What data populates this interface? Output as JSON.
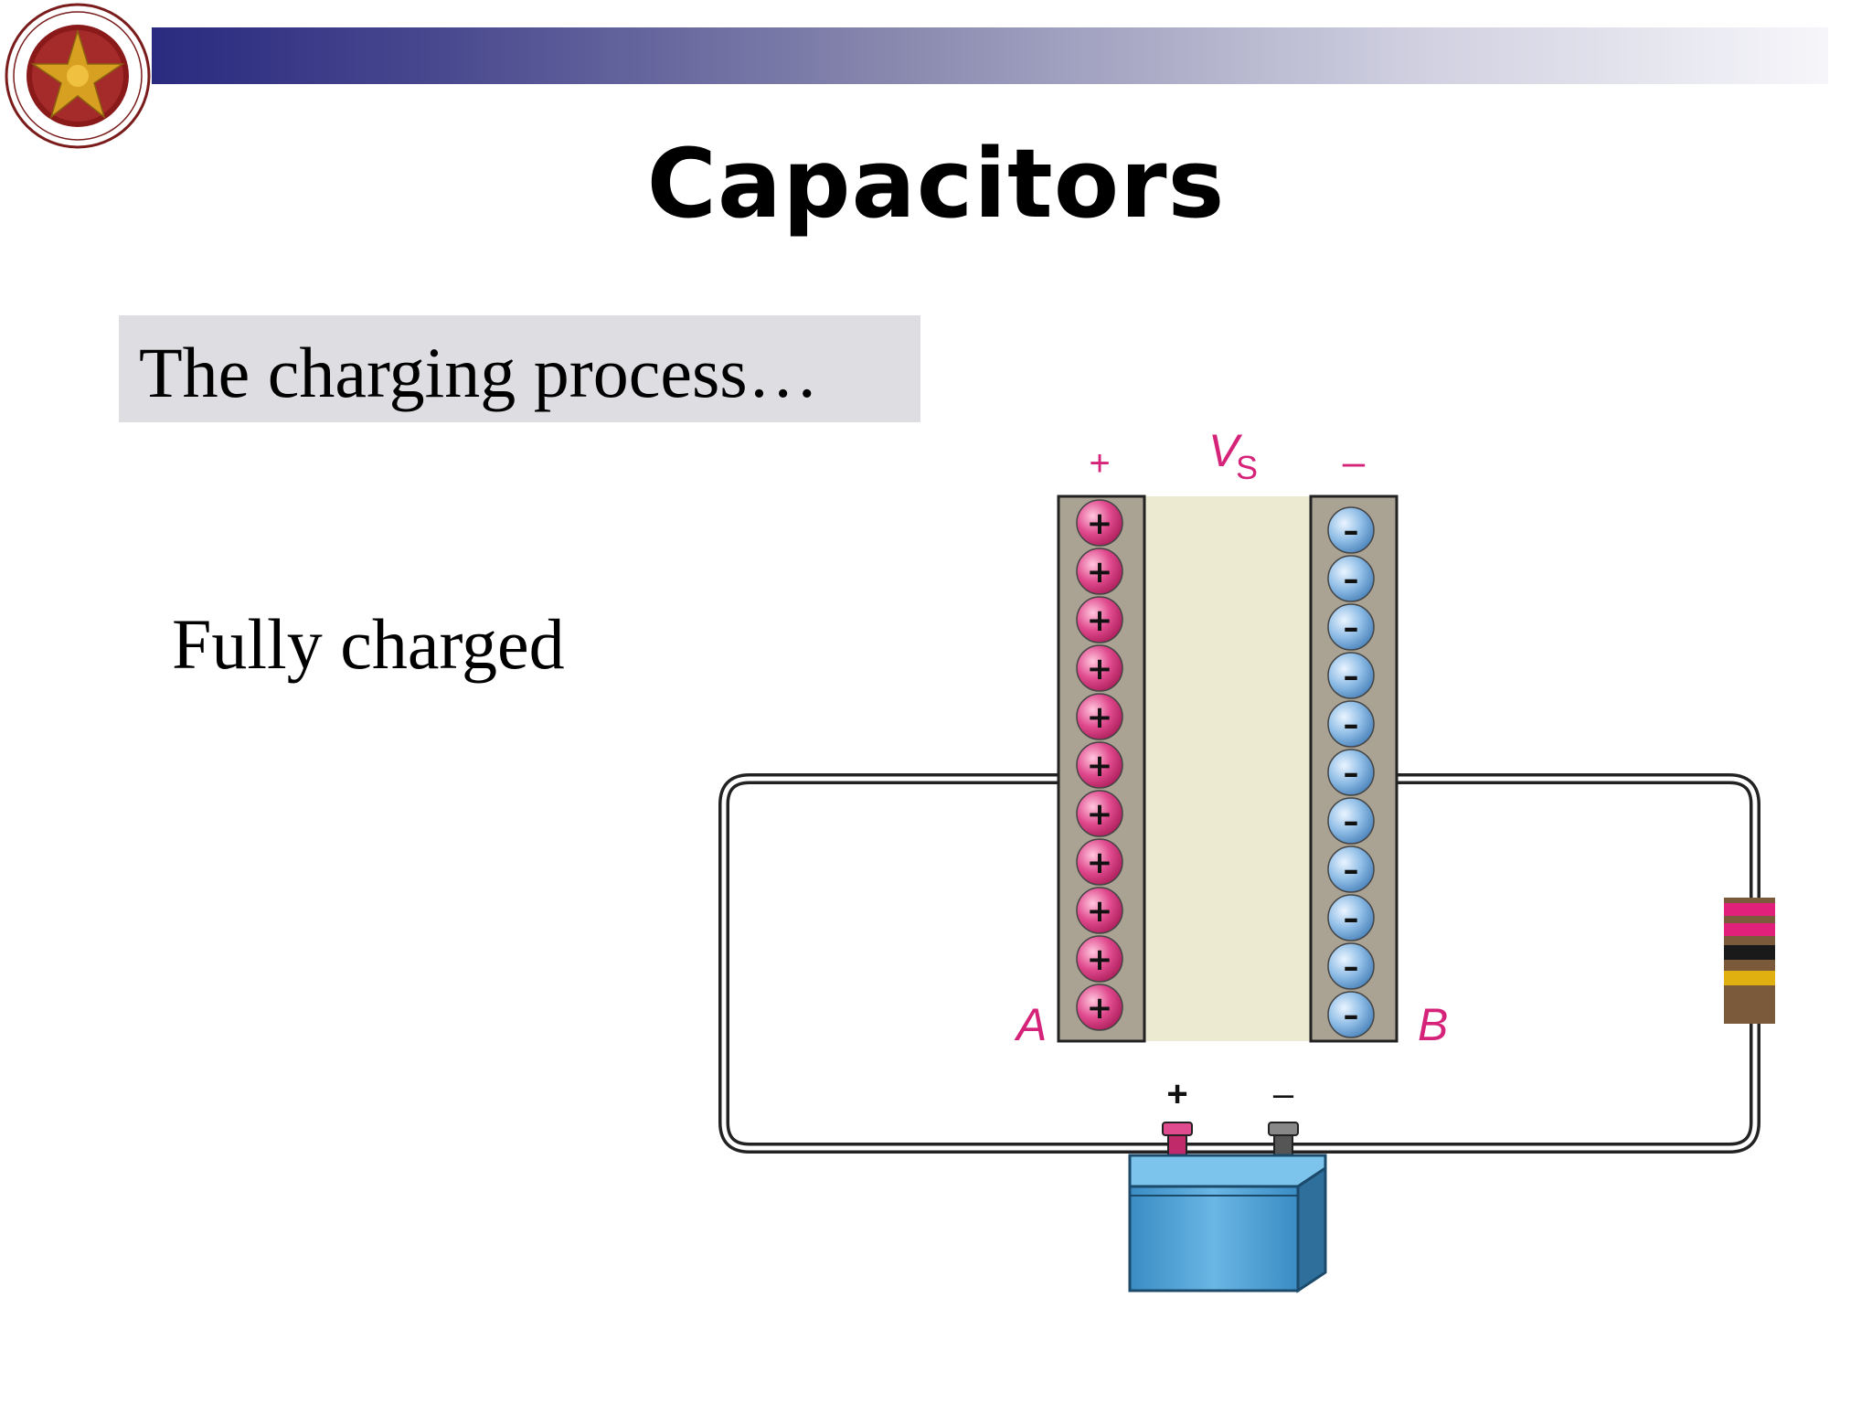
{
  "slide": {
    "title": "Capacitors",
    "subtitle": "The charging process…",
    "state_label": "Fully charged"
  },
  "diagram": {
    "voltage_label": "V",
    "voltage_subscript": "S",
    "plate_a_label": "A",
    "plate_b_label": "B",
    "plate_a_polarity": "+",
    "plate_b_polarity": "–",
    "battery_positive": "+",
    "battery_negative": "–",
    "positive_charge_symbol": "+",
    "negative_charge_symbol": "–",
    "positive_charge_count": 11,
    "negative_charge_count": 11,
    "colors": {
      "label_accent": "#d6237a",
      "positive_charge": "#e04a8e",
      "negative_charge": "#8fbde6",
      "plate": "#aaa393",
      "dielectric": "#ecebd2",
      "battery": "#4a9fd4",
      "header_dark": "#2a2a80"
    }
  },
  "logo": {
    "icon": "university-seal-icon"
  }
}
